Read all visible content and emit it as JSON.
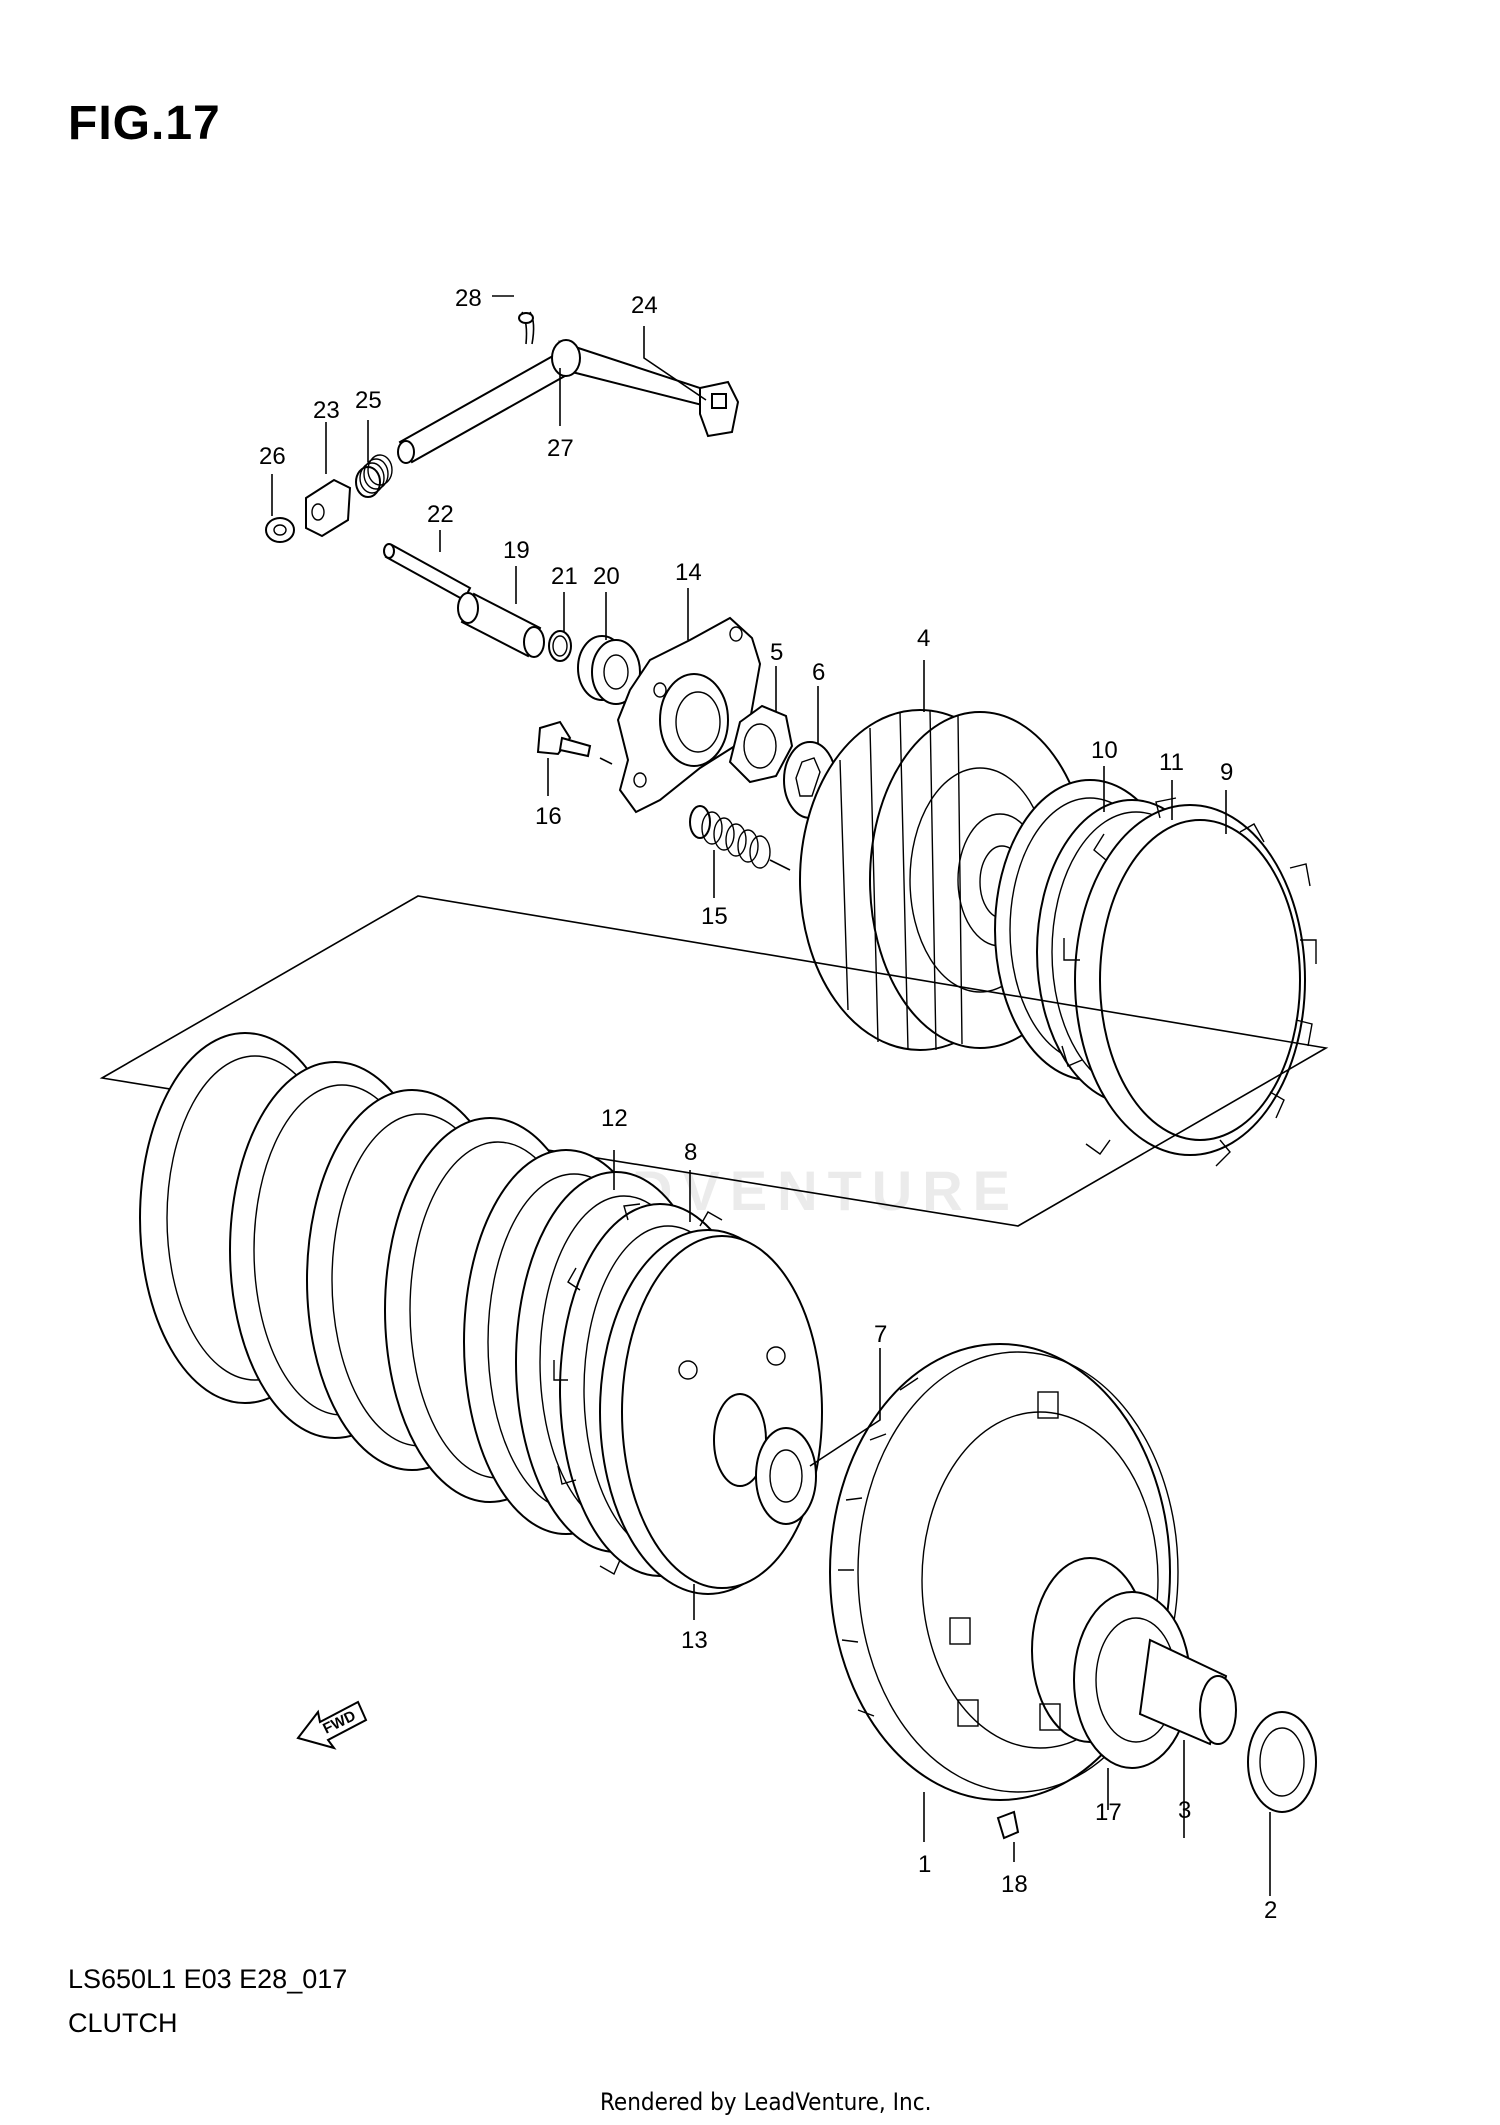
{
  "figure": {
    "title": "FIG.17",
    "model_code": "LS650L1 E03 E28_017",
    "section_name": "CLUTCH",
    "footer": "Rendered by LeadVenture, Inc.",
    "watermark": "LEADVENTURE",
    "fwd_label": "FWD"
  },
  "callouts": [
    "1",
    "2",
    "3",
    "4",
    "5",
    "6",
    "7",
    "8",
    "9",
    "10",
    "11",
    "12",
    "13",
    "14",
    "15",
    "16",
    "17",
    "18",
    "19",
    "20",
    "21",
    "22",
    "23",
    "24",
    "25",
    "26",
    "27",
    "28"
  ]
}
